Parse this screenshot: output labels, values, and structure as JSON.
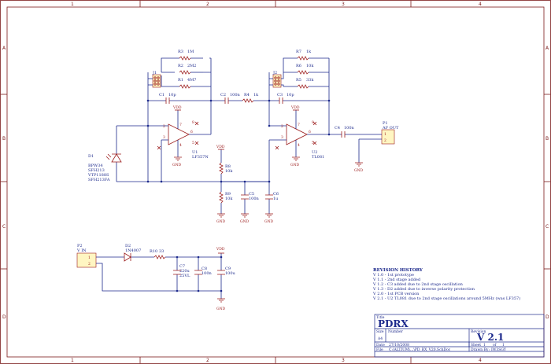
{
  "zones": {
    "columns": [
      "1",
      "2",
      "3",
      "4"
    ],
    "rows": [
      "A",
      "B",
      "C",
      "D"
    ]
  },
  "components": {
    "r3": {
      "ref": "R3",
      "value": "1M"
    },
    "r2": {
      "ref": "R2",
      "value": "2M2"
    },
    "r1": {
      "ref": "R1",
      "value": "4M7"
    },
    "j1": {
      "ref": "J1"
    },
    "c1": {
      "ref": "C1",
      "value": "10p"
    },
    "c2": {
      "ref": "C2",
      "value": "100n"
    },
    "r4": {
      "ref": "R4",
      "value": "1k"
    },
    "r7": {
      "ref": "R7",
      "value": "1k"
    },
    "r6": {
      "ref": "R6",
      "value": "10k"
    },
    "r5": {
      "ref": "R5",
      "value": "33k"
    },
    "j2": {
      "ref": "J2"
    },
    "c3": {
      "ref": "C3",
      "value": "10p"
    },
    "u1": {
      "ref": "U1",
      "value": "LF357N"
    },
    "u2": {
      "ref": "U2",
      "value": "TL081"
    },
    "c4": {
      "ref": "C4",
      "value": "100n"
    },
    "p1": {
      "ref": "P1",
      "value": "AF OUT"
    },
    "d1": {
      "ref": "D1",
      "parts": [
        "BPW34",
        "SFH213",
        "VTP1188S",
        "SFH213FA"
      ]
    },
    "r8": {
      "ref": "R8",
      "value": "10k"
    },
    "r9": {
      "ref": "R9",
      "value": "10k"
    },
    "c5": {
      "ref": "C5",
      "value": "100n"
    },
    "c6": {
      "ref": "C6",
      "value": "1u"
    },
    "p2": {
      "ref": "P2",
      "value": "V IN"
    },
    "d2": {
      "ref": "D2",
      "value": "1N4007"
    },
    "r10": {
      "ref": "R10",
      "value": "33"
    },
    "c7": {
      "ref": "C7",
      "value": "220u",
      "rating": "25VL"
    },
    "c8": {
      "ref": "C8",
      "value": "100n"
    },
    "c9": {
      "ref": "C9",
      "value": "100u"
    }
  },
  "nets": {
    "vdd": "VDD",
    "gnd": "GND"
  },
  "pins": {
    "p1": "1",
    "p2": "2",
    "p3": "3",
    "p4": "4",
    "p5": "5",
    "p6": "6",
    "p7": "7",
    "p8": "8"
  },
  "revision_history": {
    "title": "REVISION HISTORY",
    "entries": [
      "V 1.0 - 1st prototype",
      "V 1.1 - 2nd stage added",
      "V 1.2 - C3 added due to 2nd stage oscillation",
      "V 1.3 - D2 added due to inverse polarity protection",
      "V 2.0 - 1st PCB version",
      "V 2.1 - U2 TL081 due to 2nd stage oscillations around 5MHz (was LF357)"
    ]
  },
  "title_block": {
    "title_label": "Title",
    "title": "PDRX",
    "size_label": "Size",
    "size": "A4",
    "number_label": "Number",
    "revision_label": "Revision",
    "revision": "V 2.1",
    "date_label": "Date",
    "date": "27/10/2008",
    "sheet_label": "Sheet",
    "sheet": "1",
    "of_label": "of",
    "sheets": "1",
    "file_label": "File",
    "file": "C:\\ALTIUM\\...\\PD_RX_V20.SchDoc",
    "drawn_label": "Drawn By:",
    "drawn_by": "IW3SGY"
  }
}
